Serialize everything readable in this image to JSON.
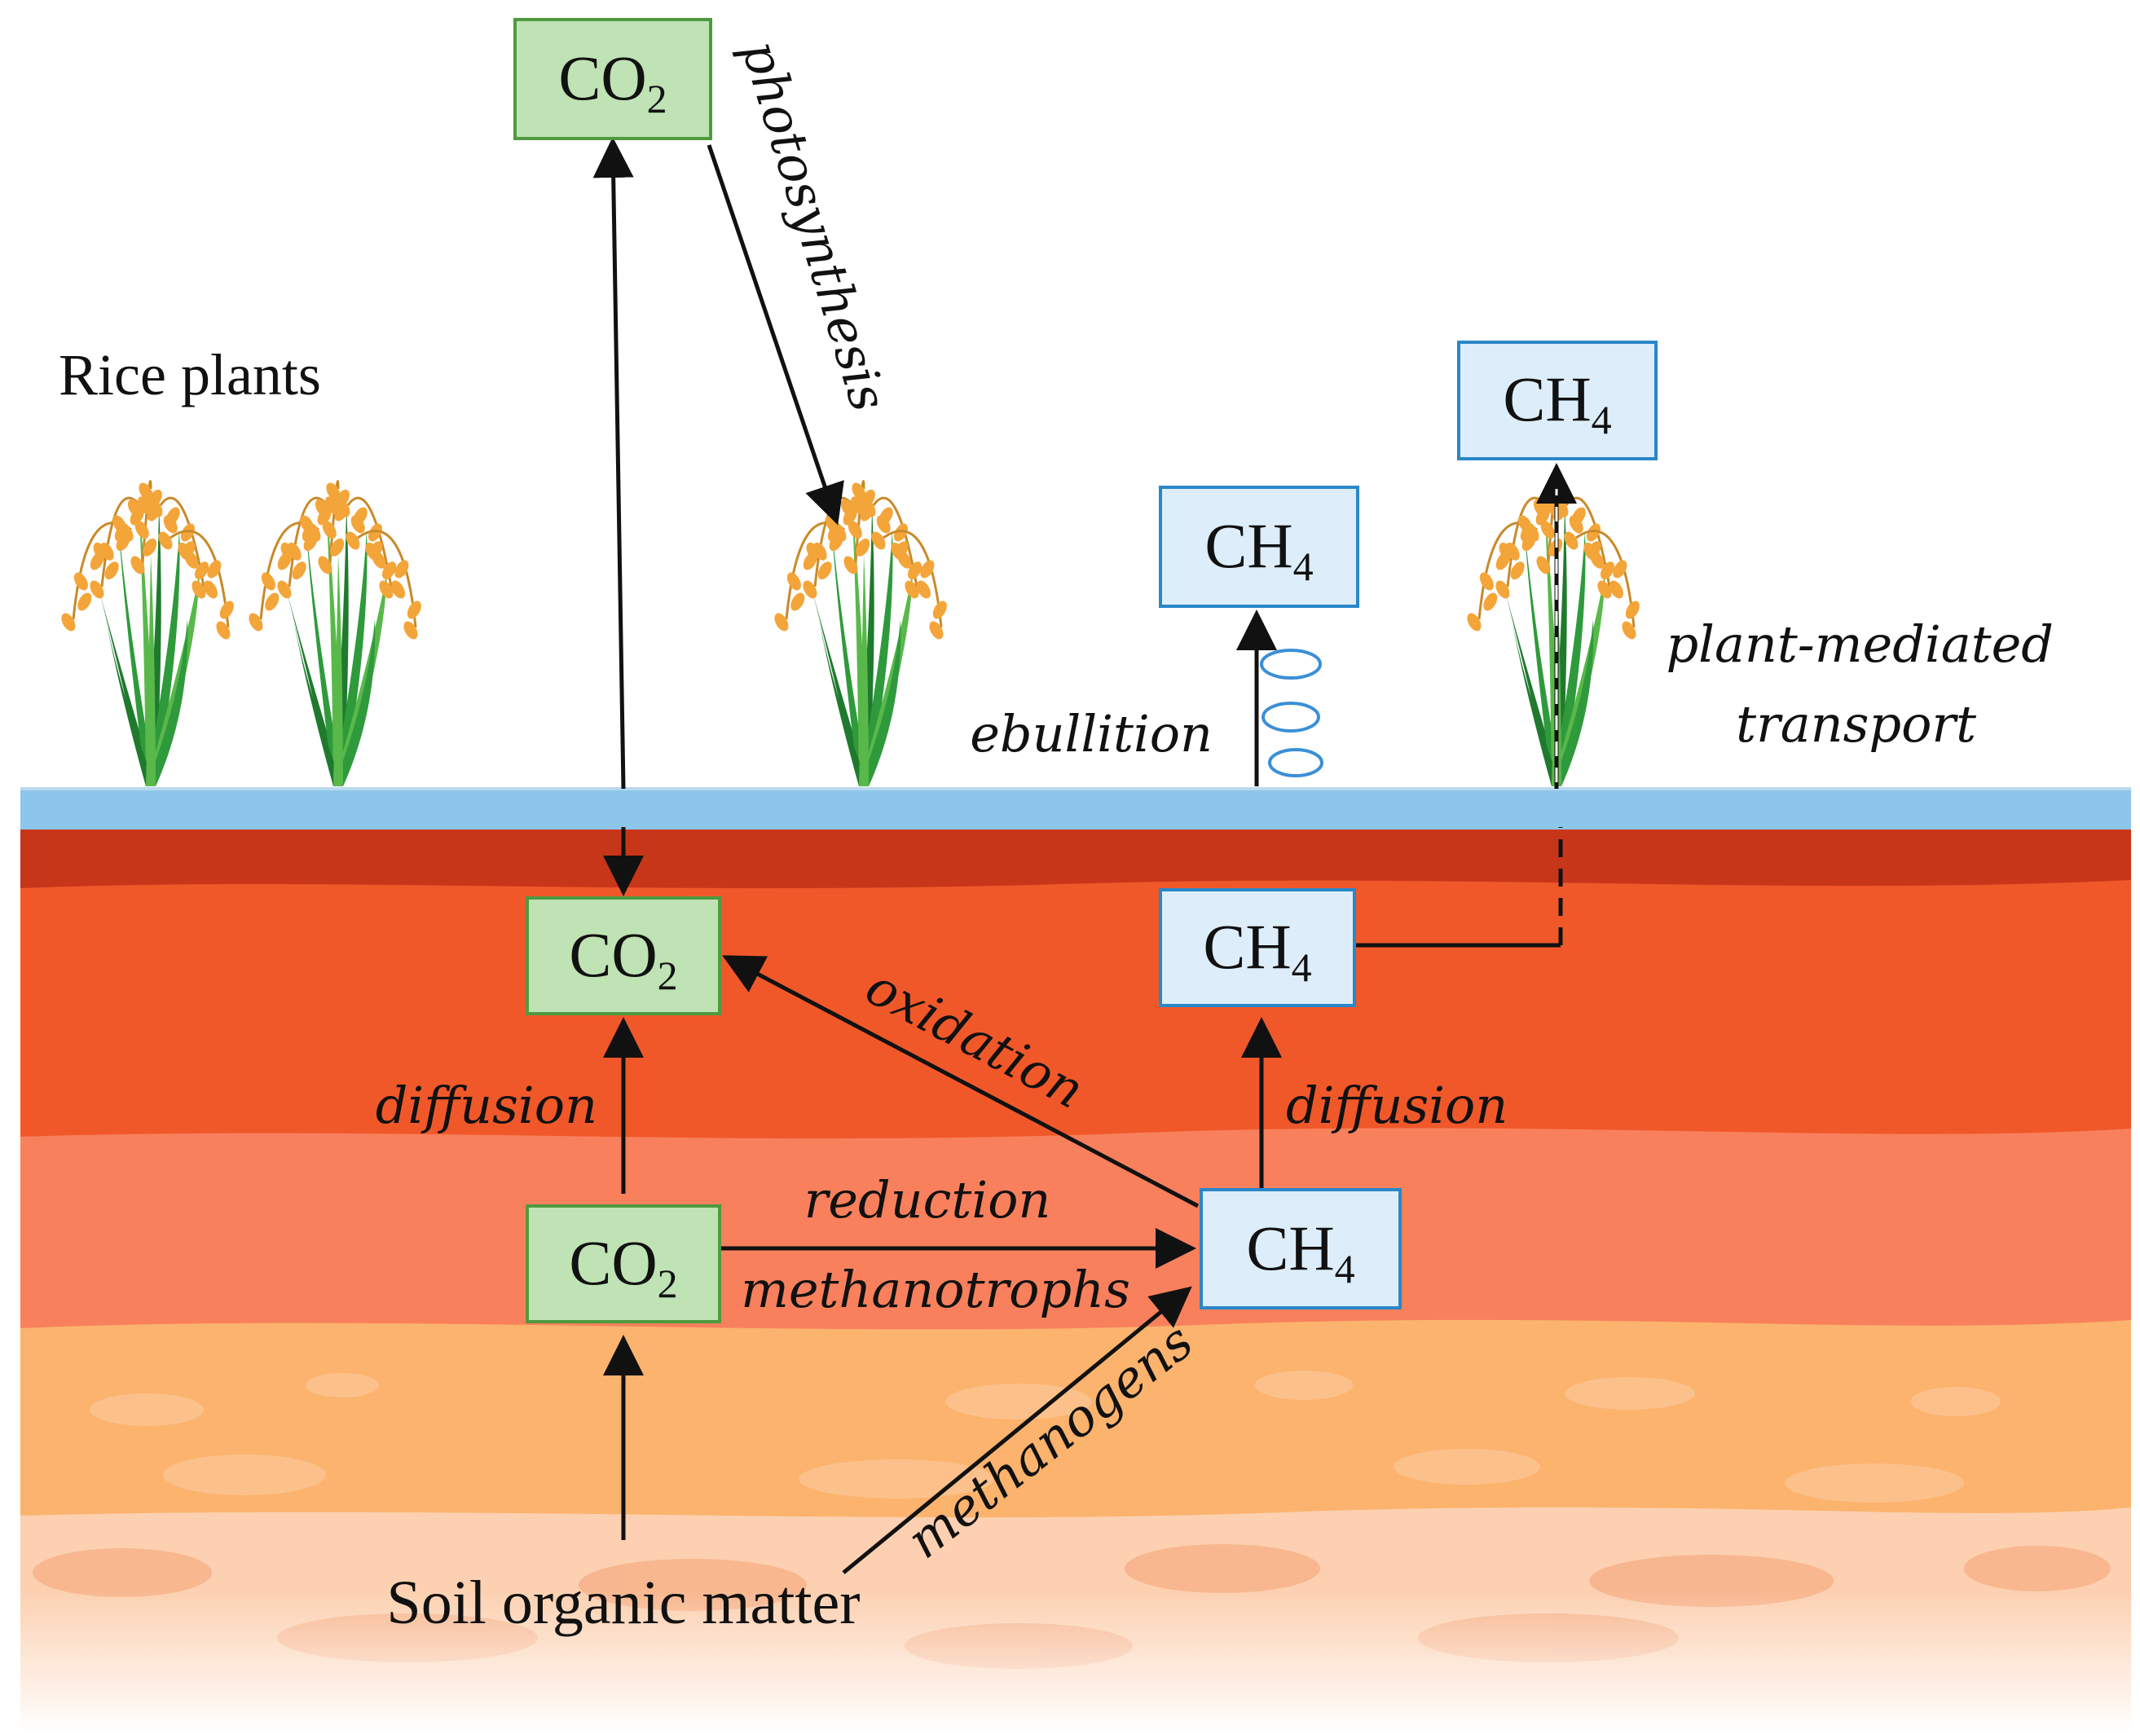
{
  "labels": {
    "rice_plants": "Rice plants",
    "soil_organic_matter": "Soil organic matter"
  },
  "boxes": {
    "co2_atmosphere": {
      "main": "CO",
      "sub": "2"
    },
    "co2_upper_soil": {
      "main": "CO",
      "sub": "2"
    },
    "co2_lower_soil": {
      "main": "CO",
      "sub": "2"
    },
    "ch4_ebullition": {
      "main": "CH",
      "sub": "4"
    },
    "ch4_plant": {
      "main": "CH",
      "sub": "4"
    },
    "ch4_upper_soil": {
      "main": "CH",
      "sub": "4"
    },
    "ch4_lower_soil": {
      "main": "CH",
      "sub": "4"
    }
  },
  "processes": {
    "photosynthesis": "photosynthesis",
    "ebullition": "ebullition",
    "plant_mediated_line1": "plant-mediated",
    "plant_mediated_line2": "transport",
    "diffusion_co2": "diffusion",
    "diffusion_ch4": "diffusion",
    "oxidation": "oxidation",
    "reduction": "reduction",
    "methanotrophs": "methanotrophs",
    "methanogens": "methanogens"
  },
  "colors": {
    "co2_box_fill": "#bfe3b4",
    "co2_box_stroke": "#4f9a3f",
    "ch4_box_fill": "#ddeefa",
    "ch4_box_stroke": "#2a87c8",
    "water": "#8cc6ea",
    "soil_top": "#c8361a",
    "soil_band1": "#f0582a",
    "soil_band2": "#f9805c",
    "soil_band3": "#fbb36e",
    "soil_bottom": "#fcd0b0",
    "bubble": "#3b8fd6",
    "leaf_green": "#2f9a3c",
    "grain_orange": "#f4a53a"
  }
}
